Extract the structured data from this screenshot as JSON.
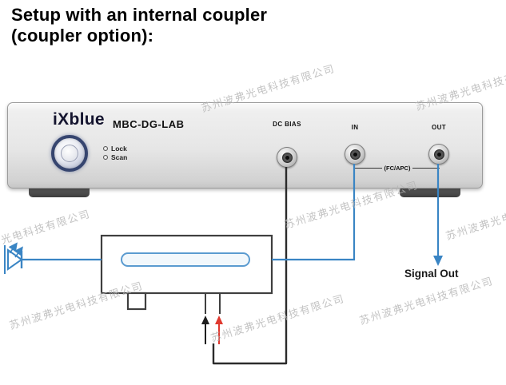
{
  "title": {
    "line1": "Setup with an internal coupler",
    "line2": "(coupler option):"
  },
  "device": {
    "brand": "iXblue",
    "model": "MBC-DG-LAB",
    "indicators": [
      {
        "label": "Lock"
      },
      {
        "label": "Scan"
      }
    ],
    "connectors": [
      {
        "label": "DC BIAS"
      },
      {
        "label": "IN"
      },
      {
        "label": "OUT"
      }
    ],
    "connector_group_note": "(FC/APC)"
  },
  "diagram": {
    "signal_out_label": "Signal Out"
  },
  "watermark": {
    "text": "苏州波弗光电科技有限公司"
  },
  "colors": {
    "fiber_blue": "#3a85c4",
    "wire_black": "#2b2b2b",
    "arrow_red": "#e0392f",
    "watermark_gray": "#b5b5b5"
  }
}
